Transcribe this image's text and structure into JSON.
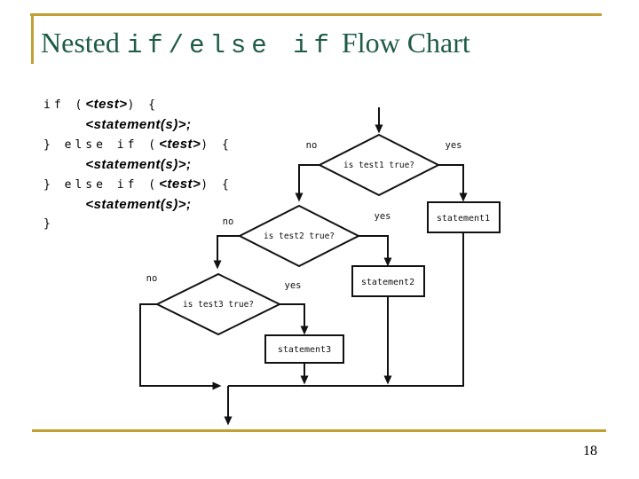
{
  "title": {
    "segments": [
      {
        "text": "Nested ",
        "mono": false
      },
      {
        "text": "if/else if",
        "mono": true
      },
      {
        "text": " Flow Chart",
        "mono": false
      }
    ]
  },
  "colors": {
    "title_green": "#1e5c45",
    "gold_border": "#c1a136",
    "flowchart_line": "#111111"
  },
  "code": {
    "lines": [
      [
        {
          "t": "if (",
          "b": false
        },
        {
          "t": "<test>",
          "b": true
        },
        {
          "t": ") {",
          "b": false
        }
      ],
      [
        {
          "t": "    ",
          "b": false
        },
        {
          "t": "<statement(s)>;",
          "b": true
        }
      ],
      [
        {
          "t": "} else if (",
          "b": false
        },
        {
          "t": "<test>",
          "b": true
        },
        {
          "t": ") {",
          "b": false
        }
      ],
      [
        {
          "t": "    ",
          "b": false
        },
        {
          "t": "<statement(s)>;",
          "b": true
        }
      ],
      [
        {
          "t": "} else if (",
          "b": false
        },
        {
          "t": "<test>",
          "b": true
        },
        {
          "t": ") {",
          "b": false
        }
      ],
      [
        {
          "t": "    ",
          "b": false
        },
        {
          "t": "<statement(s)>;",
          "b": true
        }
      ],
      [
        {
          "t": "}",
          "b": false
        }
      ]
    ]
  },
  "flowchart": {
    "decisions": [
      {
        "label": "is test1 true?",
        "no": "no",
        "yes": "yes"
      },
      {
        "label": "is test2 true?",
        "no": "no",
        "yes": "yes"
      },
      {
        "label": "is test3 true?",
        "no": "no",
        "yes": "yes"
      }
    ],
    "statements": [
      {
        "label": "statement1"
      },
      {
        "label": "statement2"
      },
      {
        "label": "statement3"
      }
    ]
  },
  "page_number": "18"
}
